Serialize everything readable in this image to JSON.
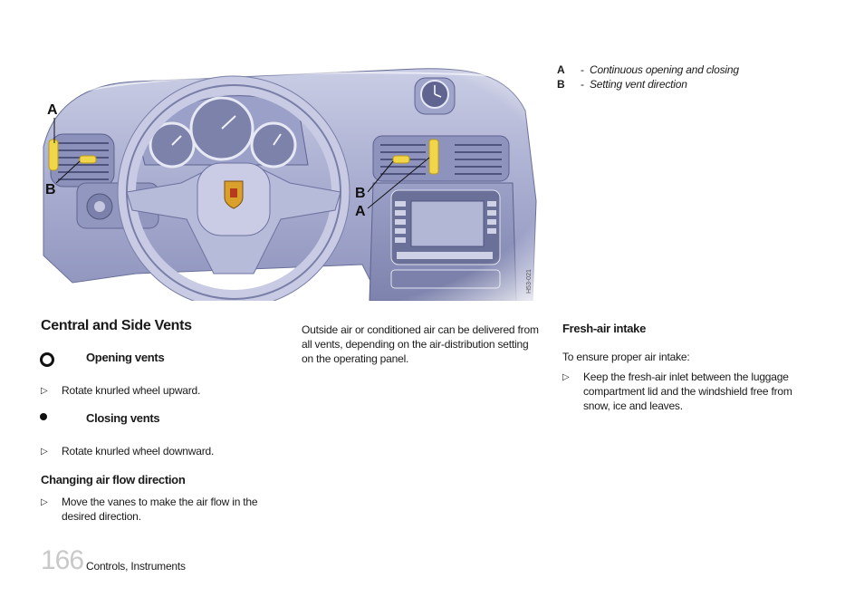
{
  "legend": [
    {
      "key": "A",
      "text": "Continuous opening and closing"
    },
    {
      "key": "B",
      "text": "Setting vent direction"
    }
  ],
  "figure": {
    "callouts": [
      "A",
      "B",
      "B",
      "A"
    ],
    "code": "H53-021"
  },
  "left": {
    "title": "Central and Side Vents",
    "opening": {
      "heading": "Opening vents",
      "step": "Rotate knurled wheel upward."
    },
    "closing": {
      "heading": "Closing vents",
      "step": "Rotate knurled wheel downward."
    },
    "airflow": {
      "heading": "Changing air flow direction",
      "step_line1": "Move the vanes to make the air flow in the",
      "step_line2": "desired direction."
    }
  },
  "middle": {
    "line1": "Outside air or conditioned air can be delivered from",
    "line2": "all vents, depending on the air-distribution setting",
    "line3": "on the operating panel."
  },
  "right": {
    "heading": "Fresh-air intake",
    "intro": "To ensure proper air intake:",
    "step_line1": "Keep the fresh-air inlet between the luggage",
    "step_line2": "compartment lid and the windshield free from",
    "step_line3": "snow, ice and leaves."
  },
  "bullet_symbol": "▷",
  "legend_separator": "-",
  "footer": {
    "page_number": "166",
    "section": "Controls, Instruments"
  }
}
